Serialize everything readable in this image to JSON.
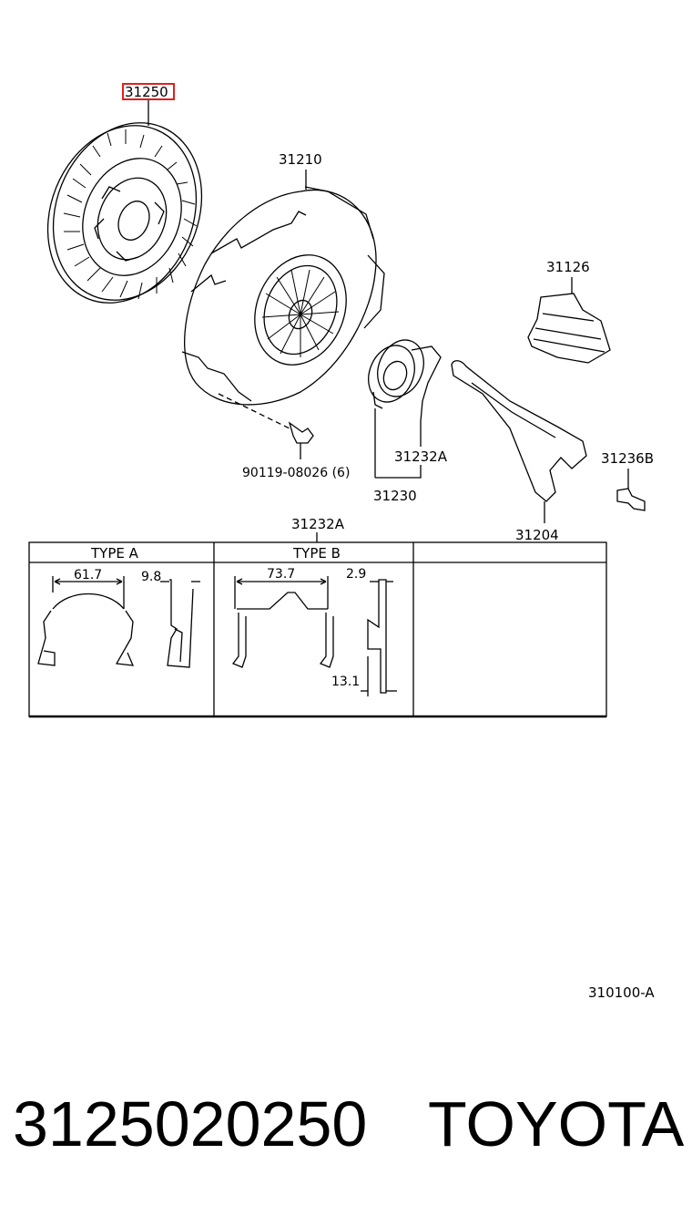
{
  "parts": {
    "clutch_disc": "31250",
    "clutch_cover": "31210",
    "boot": "31126",
    "bolt": "90119-08026 (6)",
    "clip": "31232A",
    "bearing_assy": "31230",
    "fork": "31204",
    "stud": "31236B"
  },
  "table": {
    "title": "31232A",
    "type_a": {
      "header": "TYPE A",
      "dim_width": "61.7",
      "dim_thickness": "9.8"
    },
    "type_b": {
      "header": "TYPE B",
      "dim_width": "73.7",
      "dim_thickness": "2.9",
      "dim_depth": "13.1"
    }
  },
  "figure_code": "310100-A",
  "caption": {
    "part_number": "3125020250",
    "brand": "TOYOTA"
  },
  "colors": {
    "highlight": "#e02020",
    "line": "#000000"
  }
}
